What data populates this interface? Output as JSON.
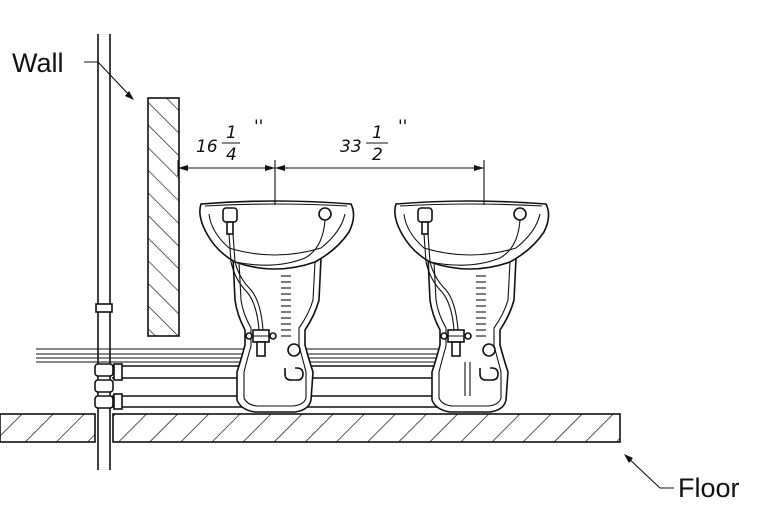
{
  "labels": {
    "wall": "Wall",
    "floor": "Floor"
  },
  "dimensions": {
    "wall_to_first": {
      "whole": "16",
      "num": "1",
      "den": "4",
      "unit": "''"
    },
    "between_units": {
      "whole": "33",
      "num": "1",
      "den": "2",
      "unit": "''"
    }
  },
  "colors": {
    "ink": "#111111",
    "background": "#ffffff"
  }
}
